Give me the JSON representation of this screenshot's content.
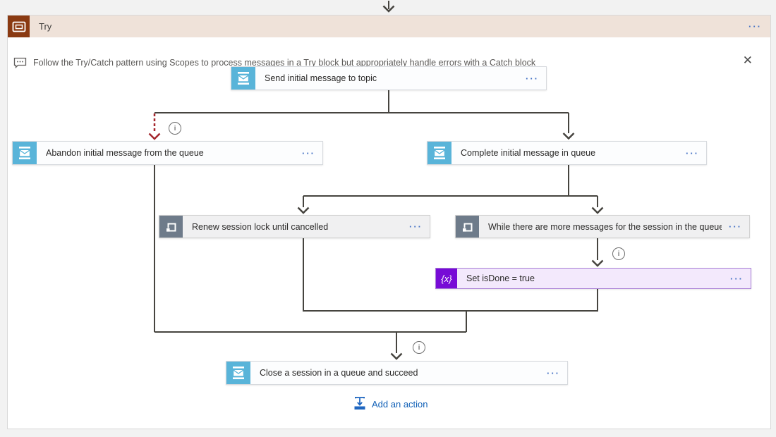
{
  "scope": {
    "title": "Try",
    "comment": "Follow the Try/Catch pattern using Scopes to process messages in a Try block but appropriately handle errors with a Catch block"
  },
  "nodes": [
    {
      "id": "send-initial-message",
      "label": "Send initial message to topic",
      "icon": "service-bus-icon"
    },
    {
      "id": "abandon-initial-message",
      "label": "Abandon initial message from the queue",
      "icon": "service-bus-icon"
    },
    {
      "id": "complete-initial-message",
      "label": "Complete initial message in queue",
      "icon": "service-bus-icon"
    },
    {
      "id": "renew-session-lock",
      "label": "Renew session lock until cancelled",
      "icon": "until-loop-icon"
    },
    {
      "id": "while-more-messages",
      "label": "While there are more messages for the session in the queue",
      "icon": "until-loop-icon"
    },
    {
      "id": "set-isdone",
      "label": "Set isDone = true",
      "icon": "variables-icon"
    },
    {
      "id": "close-session",
      "label": "Close a session in a queue and succeed",
      "icon": "service-bus-icon"
    }
  ],
  "add_action": {
    "label": "Add an action"
  },
  "ui": {
    "ellipsis": "···",
    "close_glyph": "✕",
    "info_glyph": "i",
    "variables_glyph": "{x}"
  },
  "colors": {
    "canvas_bg": "#f2f2f2",
    "scope_header_bg": "#efe2d9",
    "scope_icon": "#8a3a12",
    "service_bus_blue": "#59b4d9",
    "until_slate": "#6e7b8a",
    "variables_purple": "#770bd6",
    "variable_card_bg": "#f3e9fc",
    "connector_gray": "#46443f",
    "failure_arrow_red": "#a4262c",
    "link_blue": "#1160b7",
    "menu_blue": "#4673c5"
  }
}
